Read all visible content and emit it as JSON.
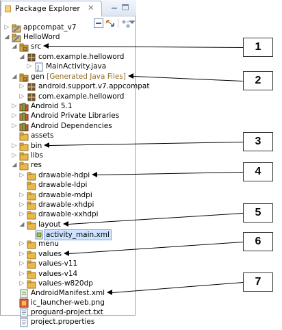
{
  "view": {
    "title": "Package Explorer",
    "close_glyph": "✕"
  },
  "toolbar": {
    "buttons": [
      "collapse-all",
      "link-with-editor",
      "focus-on-active-task",
      "view-menu"
    ]
  },
  "tree": [
    {
      "label": "appcompat_v7",
      "decoration": "",
      "icon": "project-icon",
      "twisty": "collapsed",
      "selected": false
    },
    {
      "label": "HelloWord",
      "decoration": "",
      "icon": "project-icon",
      "twisty": "expanded",
      "selected": false
    },
    {
      "label": "src",
      "decoration": "",
      "icon": "source-folder-icon",
      "twisty": "expanded",
      "selected": false
    },
    {
      "label": "com.example.helloword",
      "decoration": "",
      "icon": "package-icon",
      "twisty": "expanded",
      "selected": false
    },
    {
      "label": "MainActivity.java",
      "decoration": "",
      "icon": "java-file-icon",
      "twisty": "collapsed",
      "selected": false
    },
    {
      "label": "gen",
      "decoration": "[Generated Java Files]",
      "icon": "source-folder-icon",
      "twisty": "expanded",
      "selected": false
    },
    {
      "label": "android.support.v7.appcompat",
      "decoration": "",
      "icon": "package-icon",
      "twisty": "collapsed",
      "selected": false
    },
    {
      "label": "com.example.helloword",
      "decoration": "",
      "icon": "package-icon",
      "twisty": "collapsed",
      "selected": false
    },
    {
      "label": "Android 5.1",
      "decoration": "",
      "icon": "library-icon",
      "twisty": "collapsed",
      "selected": false
    },
    {
      "label": "Android Private Libraries",
      "decoration": "",
      "icon": "library-icon",
      "twisty": "collapsed",
      "selected": false
    },
    {
      "label": "Android Dependencies",
      "decoration": "",
      "icon": "library-icon",
      "twisty": "collapsed",
      "selected": false
    },
    {
      "label": "assets",
      "decoration": "",
      "icon": "folder-icon",
      "twisty": "none",
      "selected": false
    },
    {
      "label": "bin",
      "decoration": "",
      "icon": "folder-icon",
      "twisty": "collapsed",
      "selected": false
    },
    {
      "label": "libs",
      "decoration": "",
      "icon": "folder-icon",
      "twisty": "collapsed",
      "selected": false
    },
    {
      "label": "res",
      "decoration": "",
      "icon": "folder-icon",
      "twisty": "expanded",
      "selected": false
    },
    {
      "label": "drawable-hdpi",
      "decoration": "",
      "icon": "folder-icon",
      "twisty": "collapsed",
      "selected": false
    },
    {
      "label": "drawable-ldpi",
      "decoration": "",
      "icon": "folder-icon",
      "twisty": "none",
      "selected": false
    },
    {
      "label": "drawable-mdpi",
      "decoration": "",
      "icon": "folder-icon",
      "twisty": "collapsed",
      "selected": false
    },
    {
      "label": "drawable-xhdpi",
      "decoration": "",
      "icon": "folder-icon",
      "twisty": "collapsed",
      "selected": false
    },
    {
      "label": "drawable-xxhdpi",
      "decoration": "",
      "icon": "folder-icon",
      "twisty": "collapsed",
      "selected": false
    },
    {
      "label": "layout",
      "decoration": "",
      "icon": "folder-icon",
      "twisty": "expanded",
      "selected": false
    },
    {
      "label": "activity_main.xml",
      "decoration": "",
      "icon": "xml-layout-icon",
      "twisty": "none",
      "selected": true
    },
    {
      "label": "menu",
      "decoration": "",
      "icon": "folder-icon",
      "twisty": "collapsed",
      "selected": false
    },
    {
      "label": "values",
      "decoration": "",
      "icon": "folder-icon",
      "twisty": "collapsed",
      "selected": false
    },
    {
      "label": "values-v11",
      "decoration": "",
      "icon": "folder-icon",
      "twisty": "collapsed",
      "selected": false
    },
    {
      "label": "values-v14",
      "decoration": "",
      "icon": "folder-icon",
      "twisty": "collapsed",
      "selected": false
    },
    {
      "label": "values-w820dp",
      "decoration": "",
      "icon": "folder-icon",
      "twisty": "collapsed",
      "selected": false
    },
    {
      "label": "AndroidManifest.xml",
      "decoration": "",
      "icon": "manifest-icon",
      "twisty": "none",
      "selected": false
    },
    {
      "label": "ic_launcher-web.png",
      "decoration": "",
      "icon": "image-file-icon",
      "twisty": "none",
      "selected": false
    },
    {
      "label": "proguard-project.txt",
      "decoration": "",
      "icon": "text-file-icon",
      "twisty": "none",
      "selected": false
    },
    {
      "label": "project.properties",
      "decoration": "",
      "icon": "text-file-icon",
      "twisty": "none",
      "selected": false
    }
  ],
  "callouts": [
    {
      "number": "1",
      "target": "src"
    },
    {
      "number": "2",
      "target": "gen [Generated Java Files]"
    },
    {
      "number": "3",
      "target": "bin"
    },
    {
      "number": "4",
      "target": "drawable-hdpi"
    },
    {
      "number": "5",
      "target": "layout"
    },
    {
      "number": "6",
      "target": "values"
    },
    {
      "number": "7",
      "target": "AndroidManifest.xml"
    }
  ],
  "colors": {
    "folder": "#e8b84a",
    "source_folder": "#d9a53a",
    "package": "#7a5c2e",
    "selection": "#cde3ff",
    "decoration": "#8f6a23"
  }
}
